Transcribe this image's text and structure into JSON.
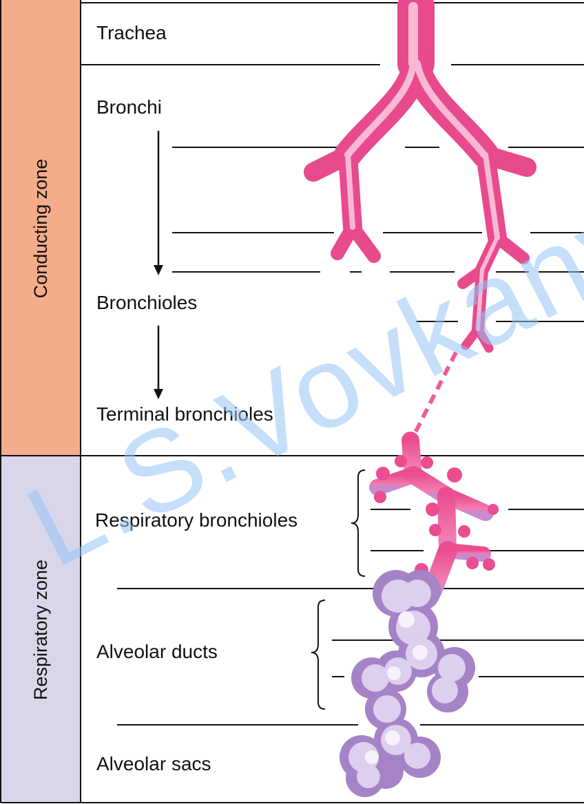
{
  "zones": {
    "conducting": {
      "label": "Conducting zone",
      "color": "#f5ac8b"
    },
    "respiratory": {
      "label": "Respiratory zone",
      "color": "#d9d6ea"
    }
  },
  "levels": {
    "trachea": "Trachea",
    "bronchi": "Bronchi",
    "bronchioles": "Bronchioles",
    "terminal_bronchioles": "Terminal bronchioles",
    "respiratory_bronchioles": "Respiratory bronchioles",
    "alveolar_ducts": "Alveolar ducts",
    "alveolar_sacs": "Alveolar sacs"
  },
  "colors": {
    "airway": "#e8468c",
    "airway_light": "#f7a8cb",
    "alveoli": "#a583c6",
    "alveoli_light": "#f1ecf7"
  },
  "watermark": "L.S.Vovkanych"
}
